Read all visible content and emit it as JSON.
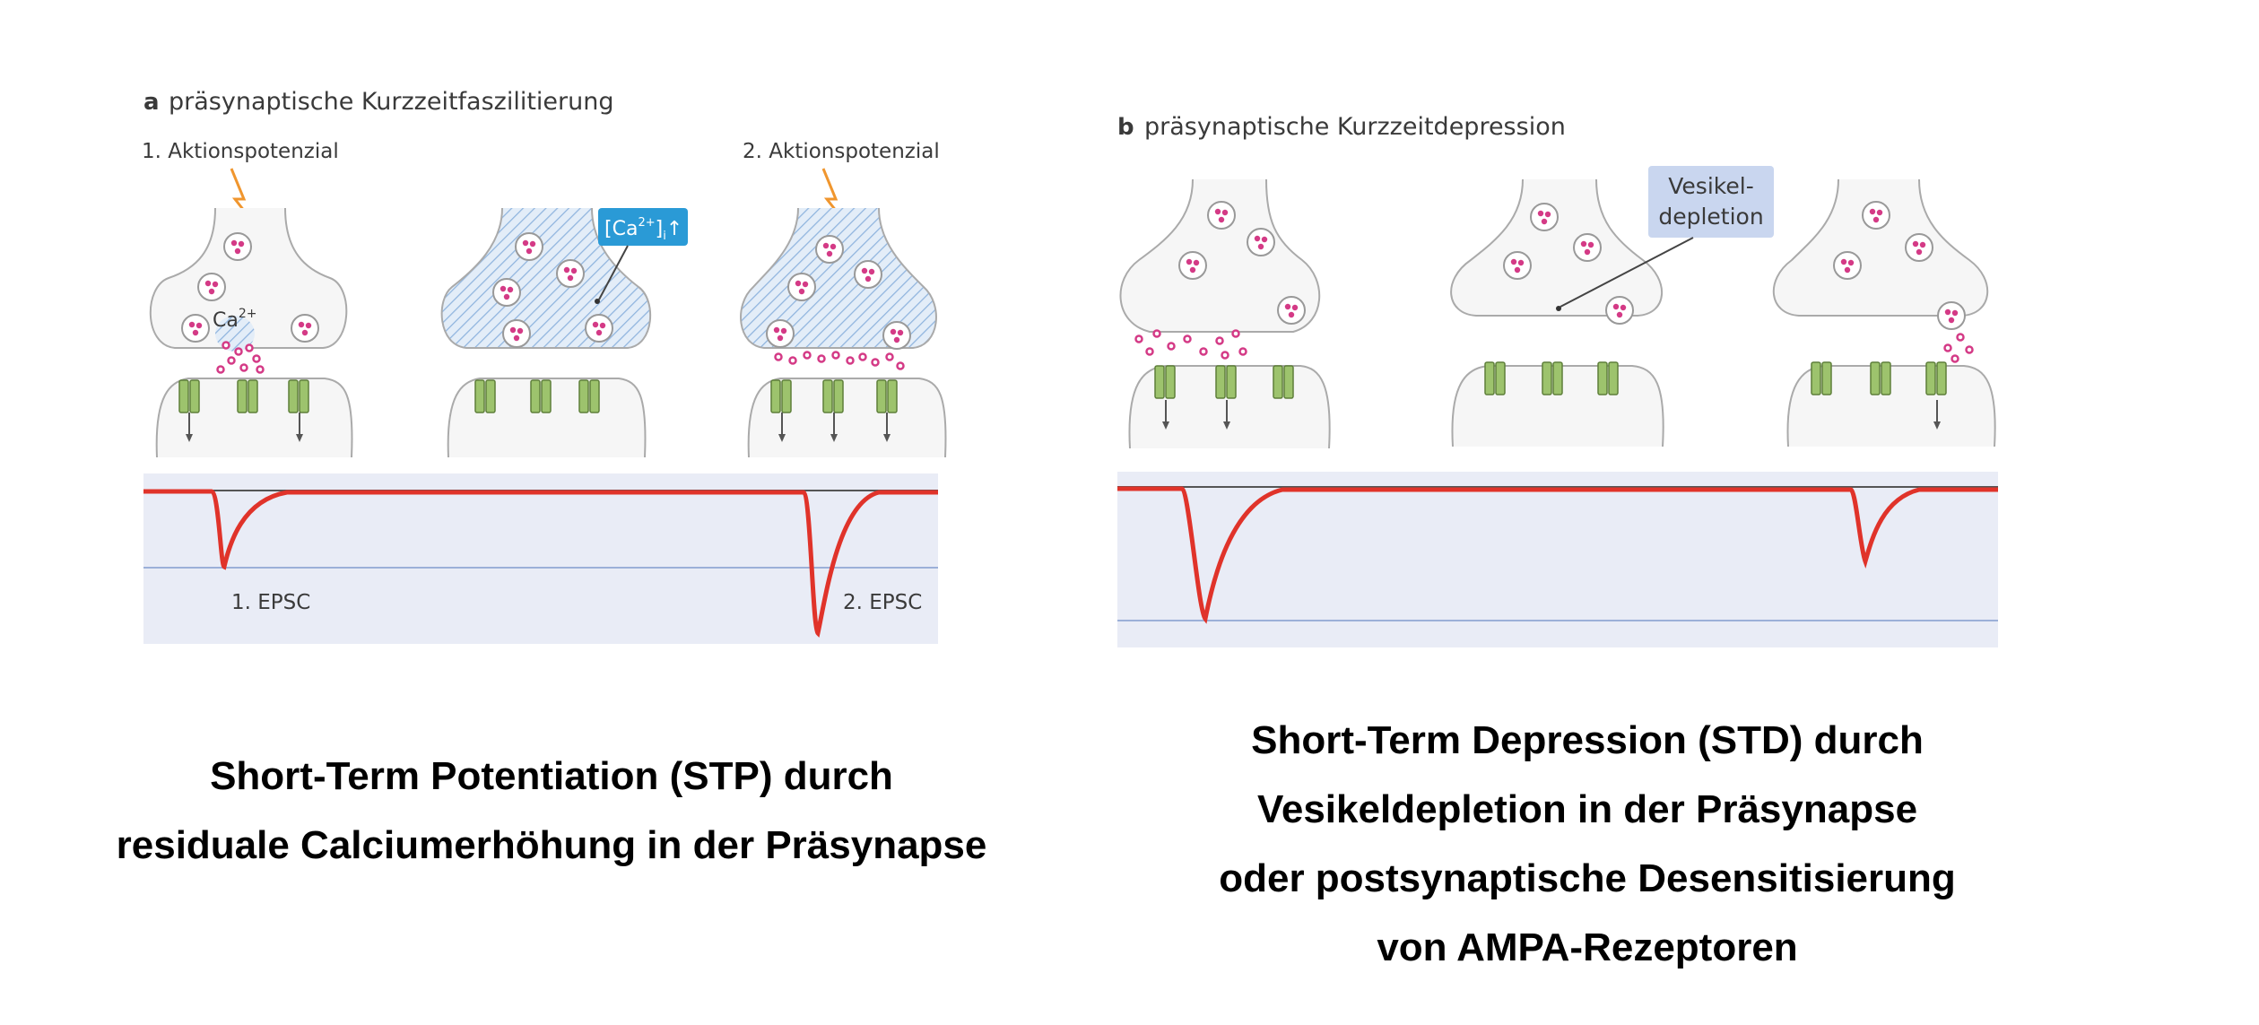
{
  "panel_a": {
    "letter": "a",
    "title": "präsynaptische Kurzzeitfaszilitierung",
    "ap1_label": "1. Aktionspotenzial",
    "ap2_label": "2. Aktionspotenzial",
    "ca_label": "Ca",
    "ca_sup": "2+",
    "ca_box_main": "[Ca",
    "ca_box_sup": "2+",
    "ca_box_tail": "]",
    "ca_box_sub": "i",
    "ca_box_arrow": "↑",
    "epsc1_label": "1. EPSC",
    "epsc2_label": "2. EPSC",
    "caption_lines": [
      "Short-Term Potentiation (STP) durch",
      "residuale Calciumerhöhung in der Präsynapse"
    ]
  },
  "panel_b": {
    "letter": "b",
    "title": "präsynaptische Kurzzeitdepression",
    "vesikel_line1": "Vesikel-",
    "vesikel_line2": "depletion",
    "caption_lines": [
      "Short-Term Depression (STD) durch",
      "Vesikeldepletion in der Präsynapse",
      "oder postsynaptische Desensitisierung",
      "von AMPA-Rezeptoren"
    ]
  },
  "colors": {
    "trace": "#e0332a",
    "trace_bg": "#e9ecf6",
    "receptor": "#9dc36d",
    "vesicle_dot": "#d43a86",
    "ca_box": "#2a9ad6",
    "vesikel_box": "#c9d6ef",
    "hatch": "#8fb4de",
    "ap_arrow": "#f0962e"
  }
}
